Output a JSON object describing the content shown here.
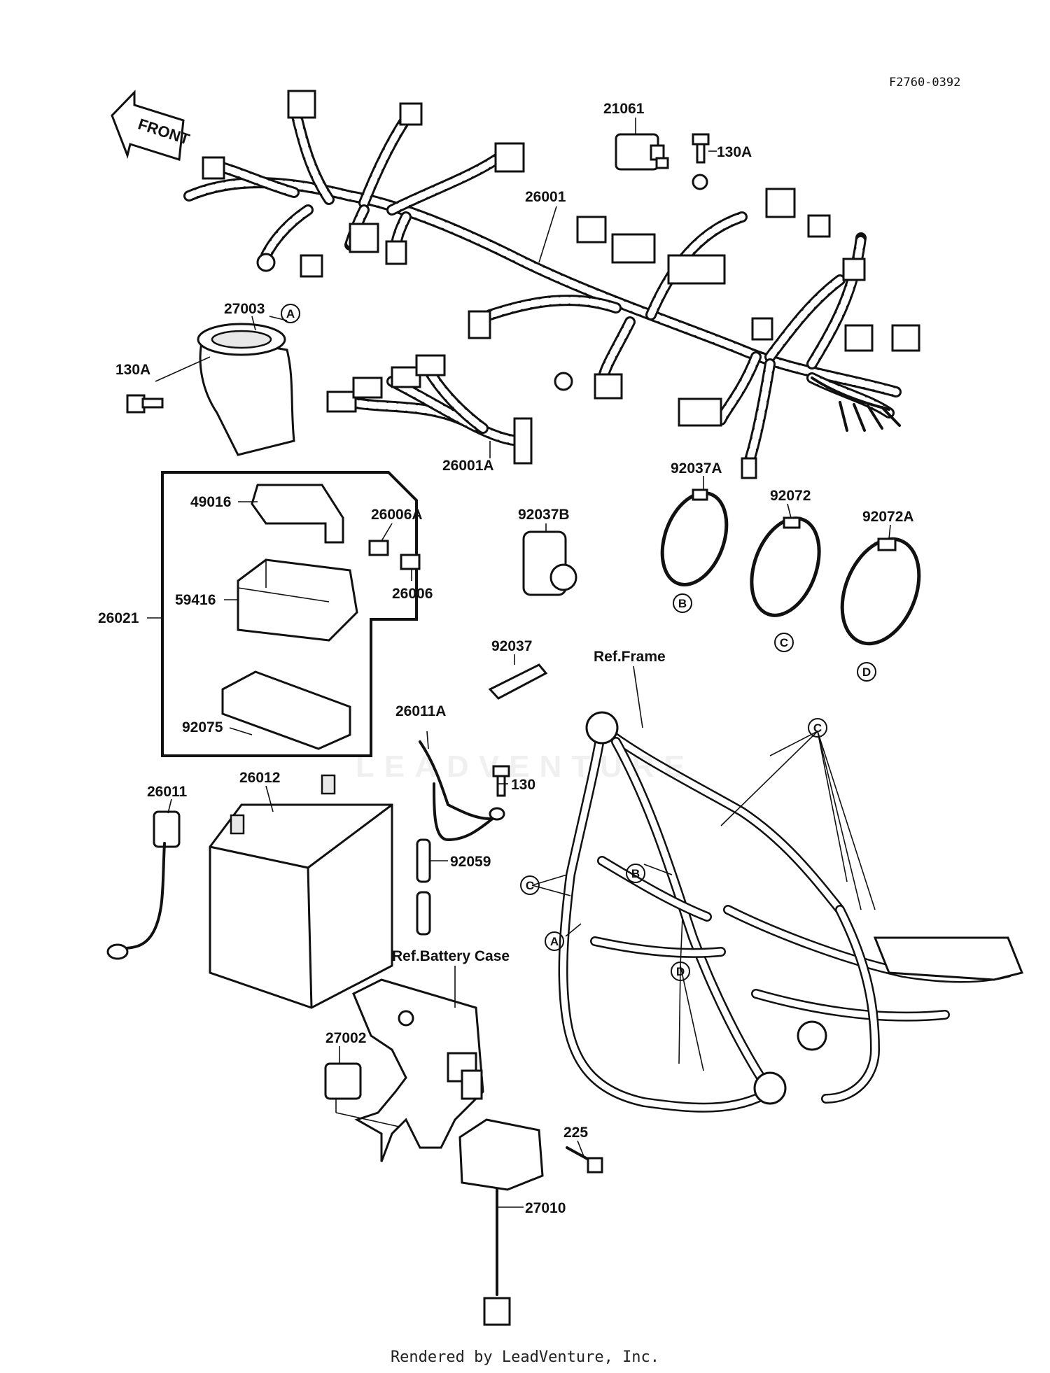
{
  "diagram_code": "F2760-0392",
  "front_arrow_label": "FRONT",
  "footer": "Rendered by LeadVenture, Inc.",
  "watermark": "LEADVENTURE",
  "refs": {
    "frame": "Ref.Frame",
    "battery_case": "Ref.Battery Case"
  },
  "parts": [
    {
      "id": "21061",
      "text": "21061"
    },
    {
      "id": "130A_top",
      "text": "130A"
    },
    {
      "id": "26001",
      "text": "26001"
    },
    {
      "id": "27003",
      "text": "27003"
    },
    {
      "id": "130A_left",
      "text": "130A"
    },
    {
      "id": "26001A",
      "text": "26001A"
    },
    {
      "id": "92037A",
      "text": "92037A"
    },
    {
      "id": "92072",
      "text": "92072"
    },
    {
      "id": "92072A",
      "text": "92072A"
    },
    {
      "id": "49016",
      "text": "49016"
    },
    {
      "id": "26006A",
      "text": "26006A"
    },
    {
      "id": "92037B",
      "text": "92037B"
    },
    {
      "id": "59416",
      "text": "59416"
    },
    {
      "id": "26006",
      "text": "26006"
    },
    {
      "id": "26021",
      "text": "26021"
    },
    {
      "id": "92037",
      "text": "92037"
    },
    {
      "id": "92075",
      "text": "92075"
    },
    {
      "id": "26011A",
      "text": "26011A"
    },
    {
      "id": "26012",
      "text": "26012"
    },
    {
      "id": "130",
      "text": "130"
    },
    {
      "id": "26011",
      "text": "26011"
    },
    {
      "id": "92059",
      "text": "92059"
    },
    {
      "id": "27002",
      "text": "27002"
    },
    {
      "id": "225",
      "text": "225"
    },
    {
      "id": "27010",
      "text": "27010"
    }
  ],
  "callouts": {
    "A": "A",
    "B": "B",
    "C": "C",
    "D": "D"
  }
}
